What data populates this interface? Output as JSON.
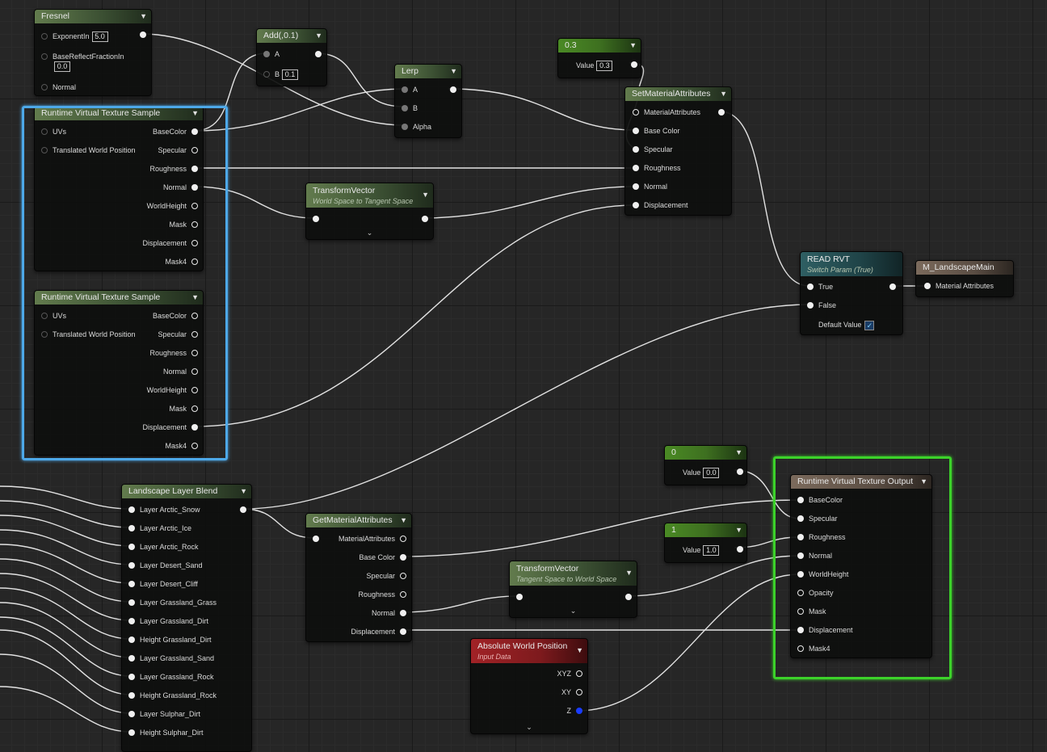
{
  "nodes": {
    "fresnel": {
      "title": "Fresnel",
      "pins": {
        "exponent_in": "ExponentIn",
        "exponent_in_value": "5.0",
        "base_reflect": "BaseReflectFractionIn",
        "base_reflect_value": "0.0",
        "normal": "Normal"
      }
    },
    "add": {
      "title": "Add(,0.1)",
      "pins": {
        "a": "A",
        "b": "B",
        "b_value": "0.1"
      }
    },
    "lerp": {
      "title": "Lerp",
      "pins": {
        "a": "A",
        "b": "B",
        "alpha": "Alpha"
      }
    },
    "const_03": {
      "title": "0.3",
      "value_label": "Value",
      "value": "0.3"
    },
    "set_material_attributes": {
      "title": "SetMaterialAttributes",
      "pins": [
        "MaterialAttributes",
        "Base Color",
        "Specular",
        "Roughness",
        "Normal",
        "Displacement"
      ]
    },
    "rvt_sample_1": {
      "title": "Runtime Virtual Texture Sample",
      "inputs": [
        "UVs",
        "Translated World Position"
      ],
      "outputs": [
        "BaseColor",
        "Specular",
        "Roughness",
        "Normal",
        "WorldHeight",
        "Mask",
        "Displacement",
        "Mask4"
      ]
    },
    "rvt_sample_2": {
      "title": "Runtime Virtual Texture Sample",
      "inputs": [
        "UVs",
        "Translated World Position"
      ],
      "outputs": [
        "BaseColor",
        "Specular",
        "Roughness",
        "Normal",
        "WorldHeight",
        "Mask",
        "Displacement",
        "Mask4"
      ]
    },
    "transform_vector_1": {
      "title": "TransformVector",
      "subtitle": "World Space to Tangent Space"
    },
    "read_rvt": {
      "title": "READ RVT",
      "subtitle": "Switch Param (True)",
      "pins": {
        "true": "True",
        "false": "False",
        "default_value": "Default Value"
      },
      "default_checked": true
    },
    "landscape_main": {
      "title": "M_LandscapeMain",
      "pins": {
        "material_attributes": "Material Attributes"
      }
    },
    "landscape_layer_blend": {
      "title": "Landscape Layer Blend",
      "layers": [
        "Layer Arctic_Snow",
        "Layer Arctic_Ice",
        "Layer Arctic_Rock",
        "Layer Desert_Sand",
        "Layer Desert_Cliff",
        "Layer Grassland_Grass",
        "Layer Grassland_Dirt",
        "Height Grassland_Dirt",
        "Layer Grassland_Sand",
        "Layer Grassland_Rock",
        "Height Grassland_Rock",
        "Layer Sulphar_Dirt",
        "Height Sulphar_Dirt"
      ]
    },
    "get_material_attributes": {
      "title": "GetMaterialAttributes",
      "pins": [
        "MaterialAttributes",
        "Base Color",
        "Specular",
        "Roughness",
        "Normal",
        "Displacement"
      ]
    },
    "const_0": {
      "title": "0",
      "value_label": "Value",
      "value": "0.0"
    },
    "const_1": {
      "title": "1",
      "value_label": "Value",
      "value": "1.0"
    },
    "transform_vector_2": {
      "title": "TransformVector",
      "subtitle": "Tangent Space to World Space"
    },
    "absolute_world_position": {
      "title": "Absolute World Position",
      "subtitle": "Input Data",
      "pins": [
        "XYZ",
        "XY",
        "Z"
      ]
    },
    "rvt_output": {
      "title": "Runtime Virtual Texture Output",
      "pins": [
        "BaseColor",
        "Specular",
        "Roughness",
        "Normal",
        "WorldHeight",
        "Opacity",
        "Mask",
        "Displacement",
        "Mask4"
      ]
    }
  },
  "colors": {
    "selection_blue": "#4da8e8",
    "selection_green": "#3cd22a",
    "wire": "#e6e6e6"
  }
}
